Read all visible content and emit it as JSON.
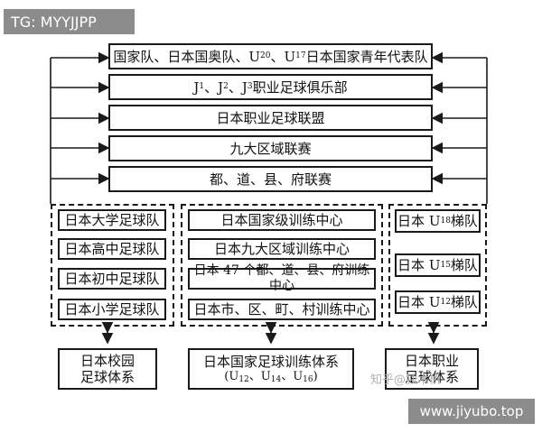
{
  "badges": {
    "top_left": "TG: MYYJJPP",
    "bottom_right": "www.jiyubo.top",
    "faint_watermark": "知乎@独木桥"
  },
  "top_levels": [
    {
      "text": "国家队、日本国奥队、U20、U17 日本国家青年代表队"
    },
    {
      "text": "J1、J2、J3 职业足球俱乐部"
    },
    {
      "text": "日本职业足球联盟"
    },
    {
      "text": "九大区域联赛"
    },
    {
      "text": "都、道、县、府联赛"
    }
  ],
  "school_teams": [
    "日本大学足球队",
    "日本高中足球队",
    "日本初中足球队",
    "日本小学足球队"
  ],
  "training_centers": [
    "日本国家级训练中心",
    "日本九大区域训练中心",
    "日本 47 个都、道、县、府训练中心",
    "日本市、区、町、村训练中心"
  ],
  "ladder_teams": [
    "日本 U18 梯队",
    "日本 U15 梯队",
    "日本 U12 梯队"
  ],
  "systems": {
    "school": {
      "line1": "日本校园",
      "line2": "足球体系"
    },
    "national": {
      "line1": "日本国家足球训练体系",
      "line2": "(U12、U14、U16)"
    },
    "pro": {
      "line1": "日本职业",
      "line2": "足球体系"
    }
  }
}
